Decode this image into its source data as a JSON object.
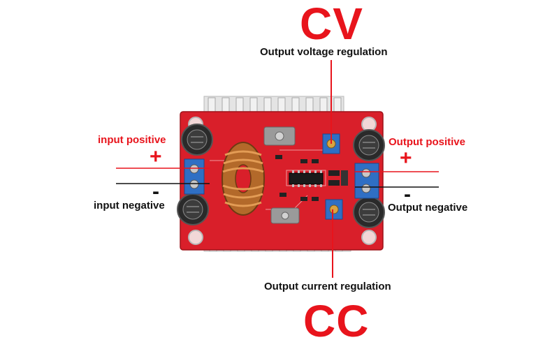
{
  "labels": {
    "cv": "CV",
    "cc": "CC",
    "output_voltage_regulation": "Output voltage regulation",
    "output_current_regulation": "Output current regulation",
    "input_positive": "input positive",
    "input_negative": "input negative",
    "output_positive": "Output positive",
    "output_negative": "Output negative",
    "plus_sign": "+",
    "minus_sign": "-"
  },
  "colors": {
    "red": "#e8141c",
    "black": "#111111",
    "pcb": "#d91f2a",
    "heatsink": "#e6e6e6",
    "terminal_blue": "#2f6fc4",
    "copper": "#c8782e",
    "capacitor": "#2a2a2a"
  }
}
